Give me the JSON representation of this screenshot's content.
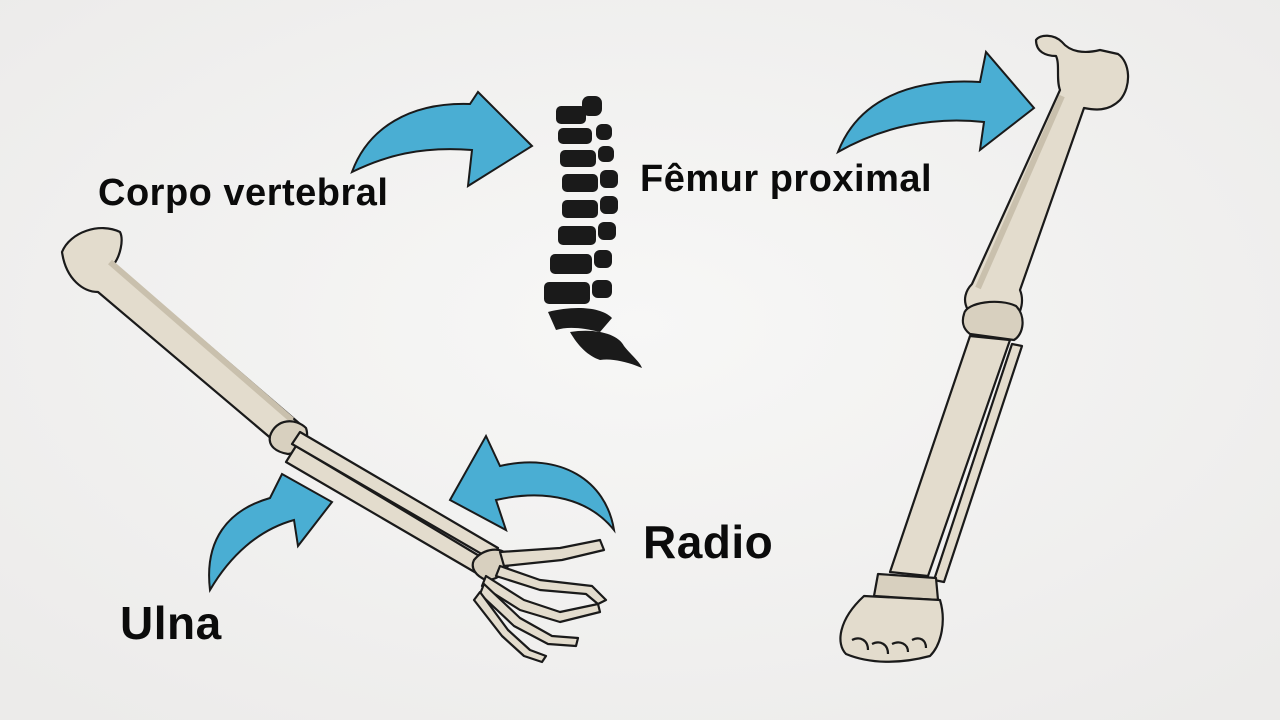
{
  "labels": {
    "corpo_vertebral": "Corpo vertebral",
    "femur_proximal": "Fêmur proximal",
    "radio": "Radio",
    "ulna": "Ulna"
  },
  "colors": {
    "background": "#f3f3f2",
    "bone": "#e3dccd",
    "bone_shadow": "#c9c0ad",
    "outline": "#1a1a1a",
    "arrow": "#4aaed3",
    "text": "#0b0b0b"
  }
}
